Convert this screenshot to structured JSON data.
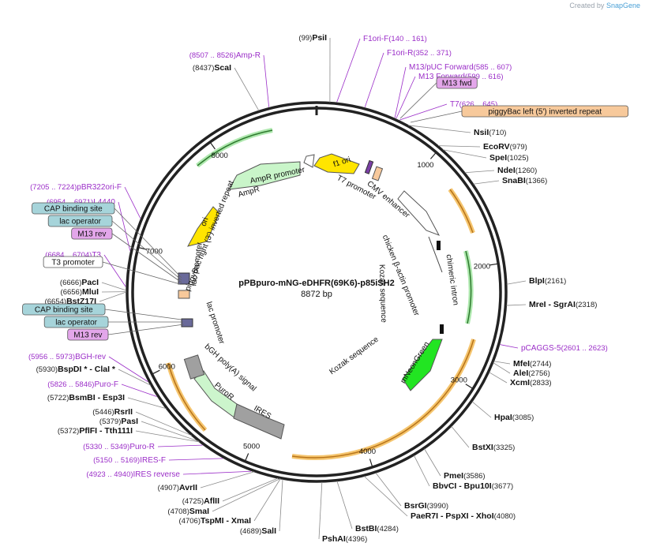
{
  "credit": {
    "prefix": "Created by",
    "brand": "SnapGene"
  },
  "plasmid": {
    "name": "pPBpuro-mNG-eDHFR(69K6)-p85iSH2",
    "length": "8872 bp",
    "total_bp": 8872
  },
  "ticks": [
    {
      "bp": 1000,
      "label": "1000"
    },
    {
      "bp": 2000,
      "label": "2000"
    },
    {
      "bp": 3000,
      "label": "3000"
    },
    {
      "bp": 4000,
      "label": "4000"
    },
    {
      "bp": 5000,
      "label": "5000"
    },
    {
      "bp": 6000,
      "label": "6000"
    },
    {
      "bp": 7000,
      "label": "7000"
    },
    {
      "bp": 8000,
      "label": "8000"
    }
  ],
  "enzymes": [
    {
      "name": "PsiI",
      "pos": "(99)",
      "bp": 99,
      "side": "left"
    },
    {
      "name": "NsiI",
      "pos": "(710)",
      "bp": 710,
      "side": "right"
    },
    {
      "name": "EcoRV",
      "pos": "(979)",
      "bp": 979,
      "side": "right"
    },
    {
      "name": "SpeI",
      "pos": "(1025)",
      "bp": 1025,
      "side": "right"
    },
    {
      "name": "NdeI",
      "pos": "(1260)",
      "bp": 1260,
      "side": "right"
    },
    {
      "name": "SnaBI",
      "pos": "(1366)",
      "bp": 1366,
      "side": "right"
    },
    {
      "name": "BlpI",
      "pos": "(2161)",
      "bp": 2161,
      "side": "right"
    },
    {
      "name": "MreI  -  SgrAI",
      "pos": "(2318)",
      "bp": 2318,
      "side": "right"
    },
    {
      "name": "MfeI",
      "pos": "(2744)",
      "bp": 2744,
      "side": "right"
    },
    {
      "name": "AleI",
      "pos": "(2756)",
      "bp": 2756,
      "side": "right"
    },
    {
      "name": "XcmI",
      "pos": "(2833)",
      "bp": 2833,
      "side": "right"
    },
    {
      "name": "HpaI",
      "pos": "(3085)",
      "bp": 3085,
      "side": "right"
    },
    {
      "name": "BstXI",
      "pos": "(3325)",
      "bp": 3325,
      "side": "right"
    },
    {
      "name": "PmeI",
      "pos": "(3586)",
      "bp": 3586,
      "side": "right"
    },
    {
      "name": "BbvCI  -  Bpu10I",
      "pos": "(3677)",
      "bp": 3677,
      "side": "right"
    },
    {
      "name": "BsrGI",
      "pos": "(3990)",
      "bp": 3990,
      "side": "right"
    },
    {
      "name": "PaeR7I  -  PspXI  -  XhoI",
      "pos": "(4080)",
      "bp": 4080,
      "side": "right"
    },
    {
      "name": "BstBI",
      "pos": "(4284)",
      "bp": 4284,
      "side": "right"
    },
    {
      "name": "PshAI",
      "pos": "(4396)",
      "bp": 4396,
      "side": "right"
    },
    {
      "name": "SalI",
      "pos": "(4689)",
      "bp": 4689,
      "side": "left"
    },
    {
      "name": "TspMI  -  XmaI",
      "pos": "(4706)",
      "bp": 4706,
      "side": "left"
    },
    {
      "name": "SmaI",
      "pos": "(4708)",
      "bp": 4708,
      "side": "left"
    },
    {
      "name": "AflII",
      "pos": "(4725)",
      "bp": 4725,
      "side": "left"
    },
    {
      "name": "AvrII",
      "pos": "(4907)",
      "bp": 4907,
      "side": "left"
    },
    {
      "name": "PflFI  -  Tth111I",
      "pos": "(5372)",
      "bp": 5372,
      "side": "left"
    },
    {
      "name": "PasI",
      "pos": "(5379)",
      "bp": 5379,
      "side": "left"
    },
    {
      "name": "RsrII",
      "pos": "(5446)",
      "bp": 5446,
      "side": "left"
    },
    {
      "name": "BsmBI  -  Esp3I",
      "pos": "(5722)",
      "bp": 5722,
      "side": "left"
    },
    {
      "name": "BspDI *  -  ClaI *",
      "pos": "(5930)",
      "bp": 5930,
      "side": "left"
    },
    {
      "name": "BstZ17I",
      "pos": "(6654)",
      "bp": 6654,
      "side": "left"
    },
    {
      "name": "MluI",
      "pos": "(6656)",
      "bp": 6656,
      "side": "left"
    },
    {
      "name": "PacI",
      "pos": "(6666)",
      "bp": 6666,
      "side": "left"
    },
    {
      "name": "ScaI",
      "pos": "(8437)",
      "bp": 8437,
      "side": "left"
    }
  ],
  "primer_sites": [
    {
      "name": "F1ori-F",
      "range": "(140 .. 161)",
      "bp": 150
    },
    {
      "name": "F1ori-R",
      "range": "(352 .. 371)",
      "bp": 361
    },
    {
      "name": "M13/pUC Forward",
      "range": "(585 .. 607)",
      "bp": 596
    },
    {
      "name": "M13 Forward",
      "range": "(599 .. 616)",
      "bp": 607
    },
    {
      "name": "T7",
      "range": "(626 .. 645)",
      "bp": 635
    },
    {
      "name": "pCAGGS-5",
      "range": "(2601 .. 2623)",
      "bp": 2612
    },
    {
      "name": "IRES reverse",
      "range": "(4923 .. 4940)",
      "bp": 4931
    },
    {
      "name": "IRES-F",
      "range": "(5150 .. 5169)",
      "bp": 5160
    },
    {
      "name": "Puro-R",
      "range": "(5330 .. 5349)",
      "bp": 5340
    },
    {
      "name": "Puro-F",
      "range": "(5826 .. 5846)",
      "bp": 5836
    },
    {
      "name": "BGH-rev",
      "range": "(5956 .. 5973)",
      "bp": 5964
    },
    {
      "name": "T3",
      "range": "(6684 .. 6704)",
      "bp": 6694
    },
    {
      "name": "L4440",
      "range": "(6954 .. 6971)",
      "bp": 6962
    },
    {
      "name": "pBR322ori-F",
      "range": "(7205 .. 7224)",
      "bp": 7214
    },
    {
      "name": "Amp-R",
      "range": "(8507 .. 8526)",
      "bp": 8516
    }
  ],
  "feature_callouts": [
    {
      "name": "M13 fwd",
      "kind": "primer"
    },
    {
      "name": "piggyBac left (5') inverted repeat",
      "kind": "repeat"
    },
    {
      "name": "CAP binding site",
      "kind": "protein_bind"
    },
    {
      "name": "lac operator",
      "kind": "protein_bind"
    },
    {
      "name": "M13 rev",
      "kind": "primer"
    },
    {
      "name": "T3 promoter",
      "kind": "promoter"
    },
    {
      "name": "CAP binding site",
      "kind": "protein_bind"
    },
    {
      "name": "lac operator",
      "kind": "protein_bind"
    },
    {
      "name": "M13 rev",
      "kind": "primer"
    }
  ],
  "inner_labels": [
    {
      "text": "f1 ori"
    },
    {
      "text": "AmpR promoter"
    },
    {
      "text": "AmpR"
    },
    {
      "text": "ori"
    },
    {
      "text": "piggyBac right (3') inverted repeat"
    },
    {
      "text": "lac promoter"
    },
    {
      "text": "T7 promoter"
    },
    {
      "text": "CMV enhancer"
    },
    {
      "text": "chicken β-actin promoter"
    },
    {
      "text": "chimeric intron"
    },
    {
      "text": "Kozak sequence"
    },
    {
      "text": "Kozak sequence"
    },
    {
      "text": "mNeonGreen"
    },
    {
      "text": "lac promoter"
    },
    {
      "text": "bGH poly(A) signal"
    },
    {
      "text": "PuroR"
    },
    {
      "text": "IRES"
    }
  ],
  "colors": {
    "enzyme": "#111111",
    "primer_text": "#9b2ec8",
    "primer_box": "#e3a6ea",
    "cap_box": "#a6d4da",
    "repeat_box": "#f7c99b",
    "orf_line": "#f5a623",
    "f1ori": "#ffe500",
    "ori": "#ffe500",
    "ampr": "#c9f5c9",
    "mng": "#22e522",
    "puro": "#ccf5cc",
    "ires": "#a0a0a0"
  }
}
